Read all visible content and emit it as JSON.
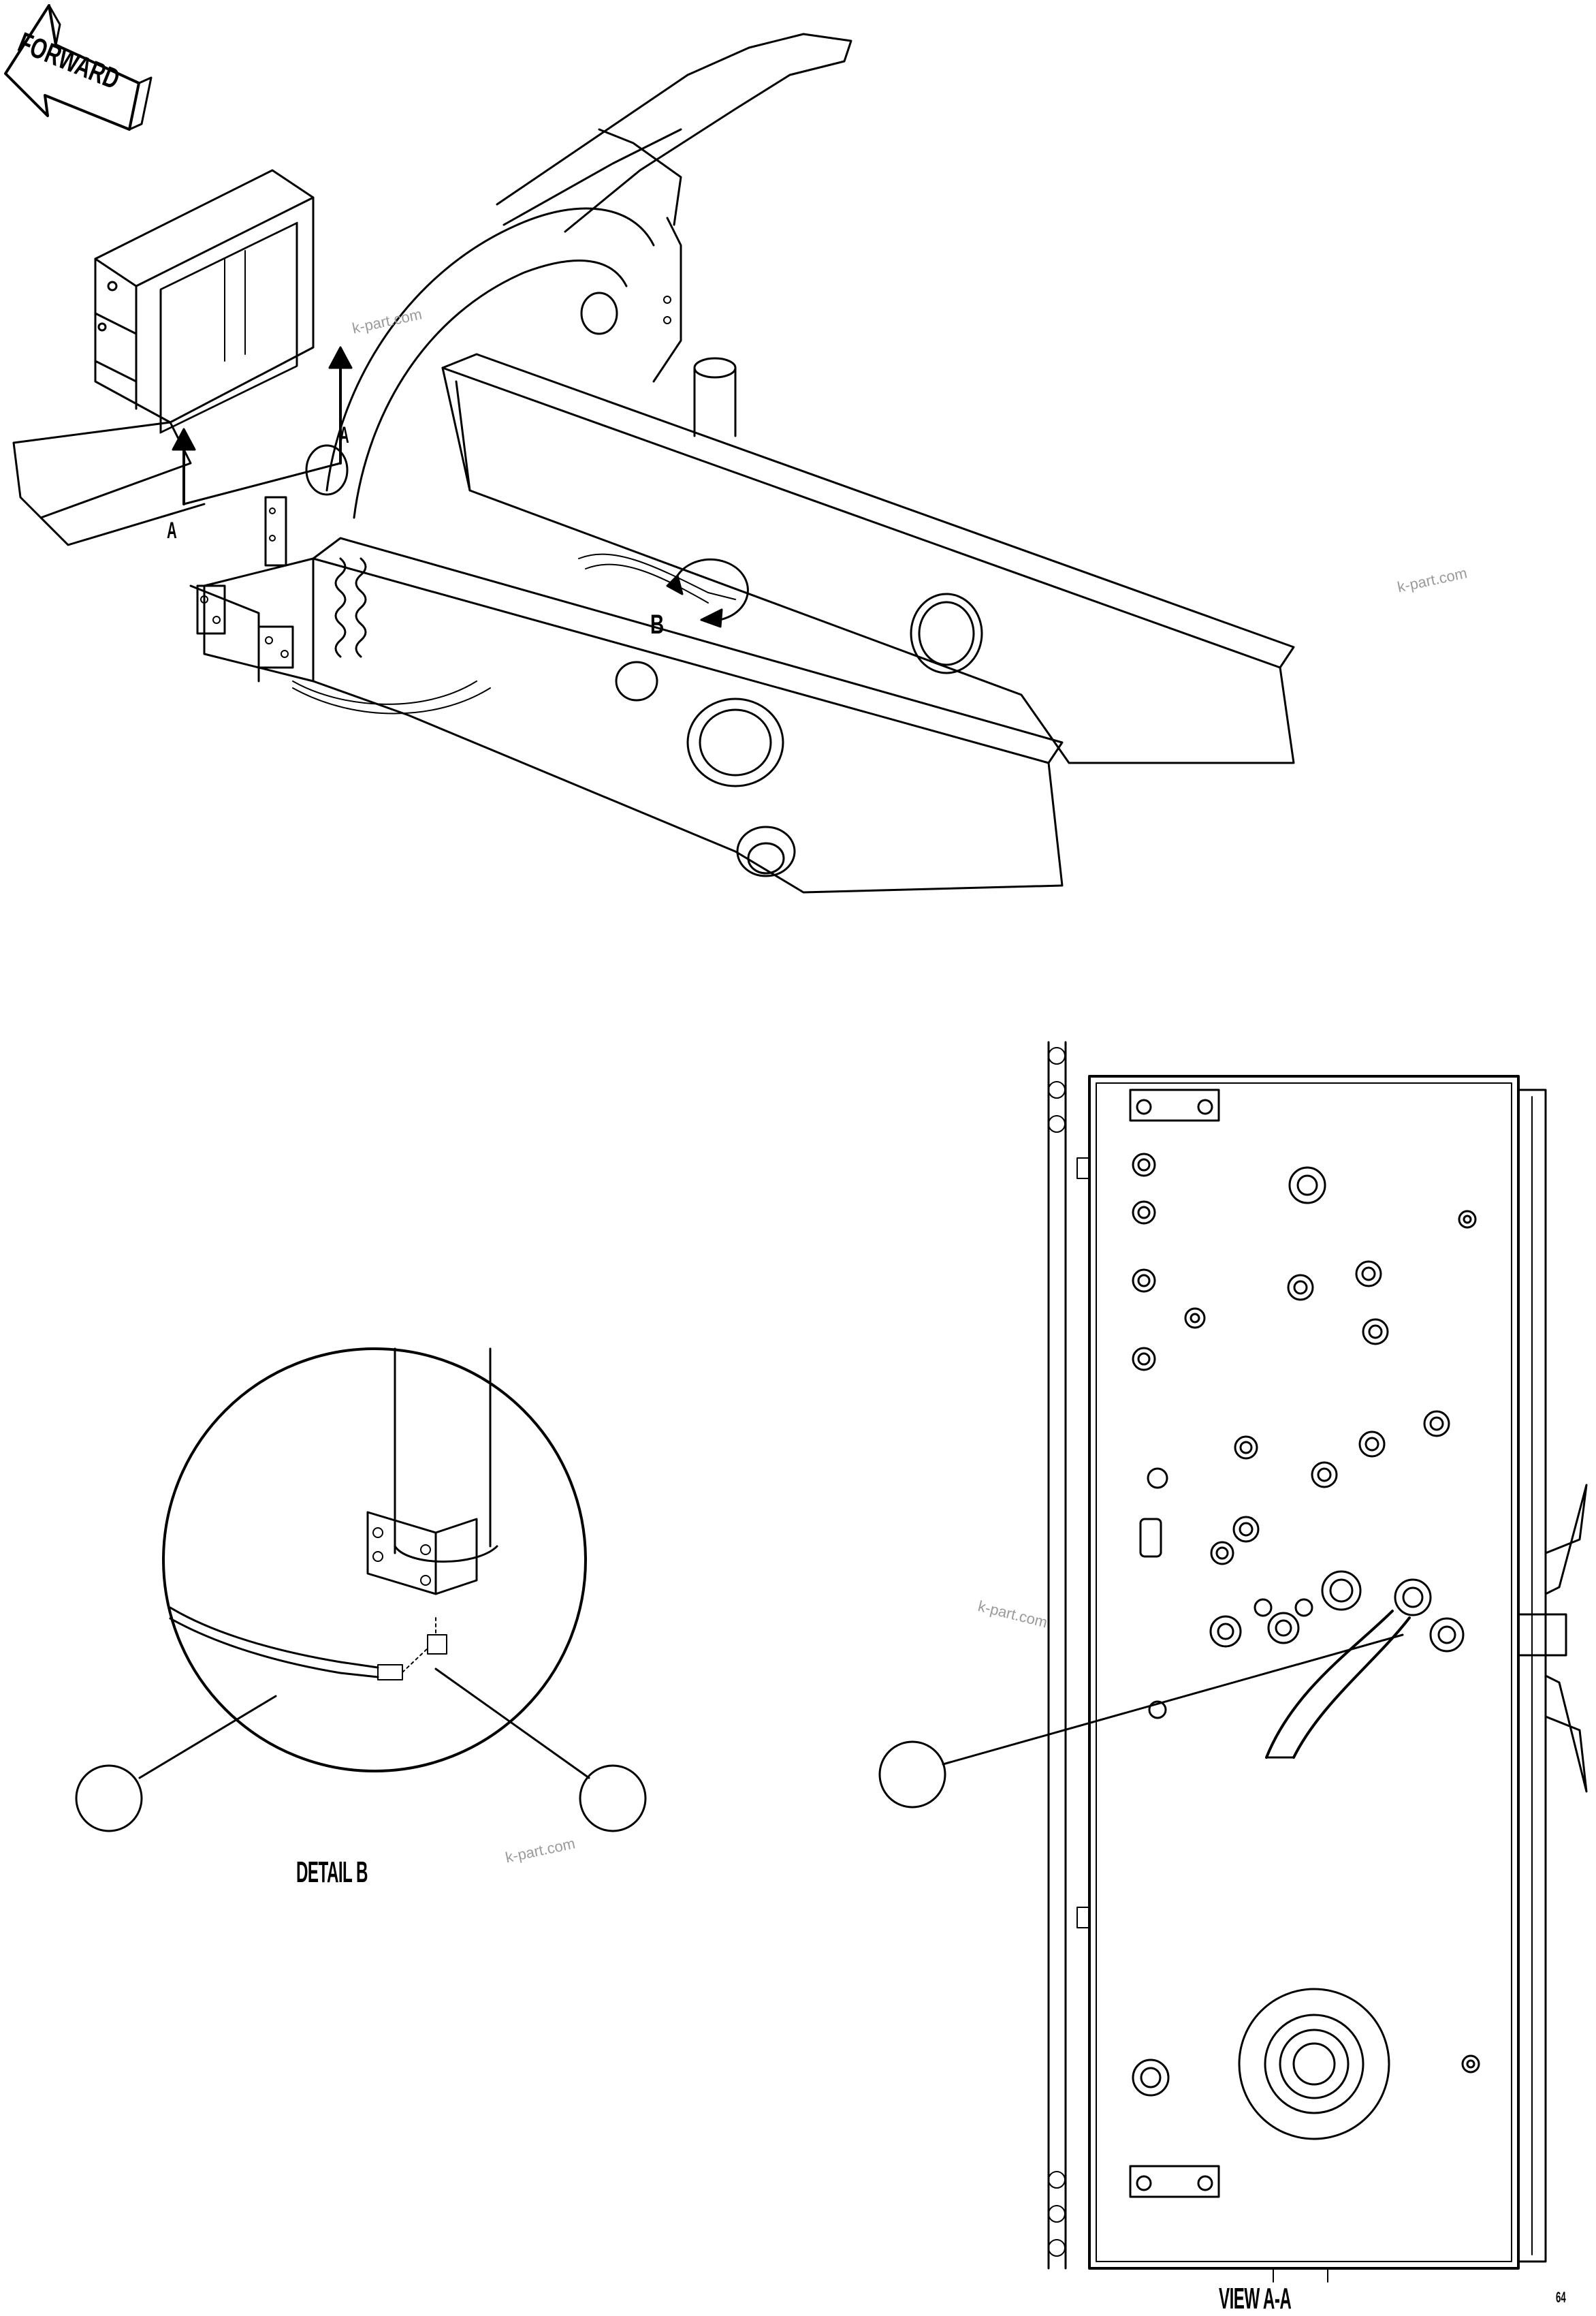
{
  "forward_arrow": {
    "text": "FORWARD"
  },
  "labels": {
    "view_a_left": "A",
    "view_a_right": "A",
    "detail_b_marker": "B",
    "detail_b_caption": "DETAIL B",
    "view_aa_caption": "VIEW A-A",
    "sheet_number": "64"
  },
  "watermarks": [
    "k-part.com",
    "k-part.com",
    "k-part.com",
    "k-part.com"
  ],
  "callouts": [
    {
      "id": "callout-detail-b-hose",
      "text": ""
    },
    {
      "id": "callout-detail-b-fitting",
      "text": ""
    },
    {
      "id": "callout-view-aa-hose",
      "text": ""
    }
  ],
  "icons": [
    "forward-arrow-icon",
    "view-arrow-icon",
    "rotation-arrow-icon"
  ],
  "colors": {
    "line": "#000000",
    "background": "#ffffff",
    "watermark": "#9a9a9a"
  }
}
